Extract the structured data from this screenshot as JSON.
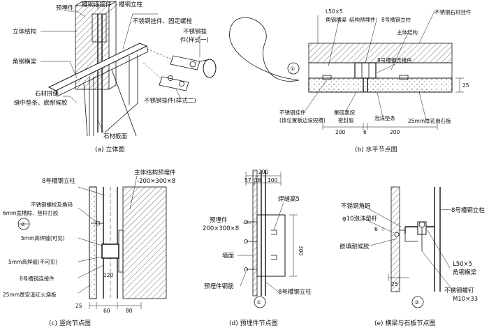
{
  "panels": {
    "a": {
      "caption": "(a) 立体图",
      "labels": {
        "embed": "预埋件",
        "channel_conn": "槽钢连接件",
        "channel_col": "槽钢立柱",
        "structure": "立体结构",
        "ss_bolt": "不锈钢挂件、固定螺栓",
        "angle_beam": "角钢横梁",
        "ss_hanger1_a": "不锈钢挂",
        "ss_hanger1_b": "件(样式一)",
        "ss_hanger2": "不锈钢挂件(样式二)",
        "joint_a": "石材拼缝",
        "joint_b": "缝中垫条、嵌耐候胶",
        "stone": "石材板面"
      }
    },
    "b": {
      "caption": "(b) 水平节点图",
      "labels": {
        "angle_a": "L50×5",
        "angle_b": "角钢横梁",
        "embed": "结构预埋件",
        "col": "8号槽钢立柱",
        "hanger": "不锈钢石材挂件",
        "main": "主体结构",
        "conn": "8号槽钢连接件",
        "ss_a": "不锈钢挂件",
        "ss_b": "(该位置板边设短槽)",
        "seal_a": "聚硫氯烷",
        "seal_b": "密封胶",
        "foam": "泡沫垫条",
        "granite": "25mm厚花岗石板",
        "dim25": "25",
        "dim200a": "200",
        "dim6": "6",
        "dim200b": "200",
        "marker": "①"
      }
    },
    "c": {
      "caption": "(c) 竖向节点图",
      "labels": {
        "col": "8号槽钢立柱",
        "main_a": "主体结构预埋件",
        "main_b": "-200×300×8",
        "bolt": "不锈钢螺栓及角码",
        "slot_a": "6mm宽槽隙、垫杆打胶",
        "weld1": "5mm高焊缝(可见)",
        "weld2": "5mm高焊缝(不可见)",
        "conn": "8号槽钢连接件",
        "granite": "25mm厚安溪红火烧板",
        "dim120": "120",
        "dim25": "25",
        "dim60": "60",
        "dim80": "80",
        "marker": "②"
      }
    },
    "d": {
      "caption": "(d) 预埋件节点图",
      "labels": {
        "dim200": "200",
        "dim57": "57",
        "dim38": "38",
        "dim100": "100",
        "weld": "焊缝高5",
        "embed_a": "预埋件",
        "embed_b": "200×300×8",
        "dim300": "300",
        "wall": "墙面",
        "rebar": "预埋件钢筋",
        "col": "8号槽钢立柱",
        "marker": "①"
      }
    },
    "e": {
      "caption": "(e) 横梁与石板节点图",
      "labels": {
        "corner": "不锈钢角码",
        "rod": "φ10泡沫垫杆",
        "col": "8号槽钢立柱",
        "dim6": "6",
        "sealant": "嵌填耐候胶",
        "angle_a": "L50×5",
        "angle_b": "角钢横梁",
        "screw_a": "不锈钢螺钉",
        "screw_b": "M10×33",
        "dim25": "25",
        "marker": "②"
      }
    }
  }
}
